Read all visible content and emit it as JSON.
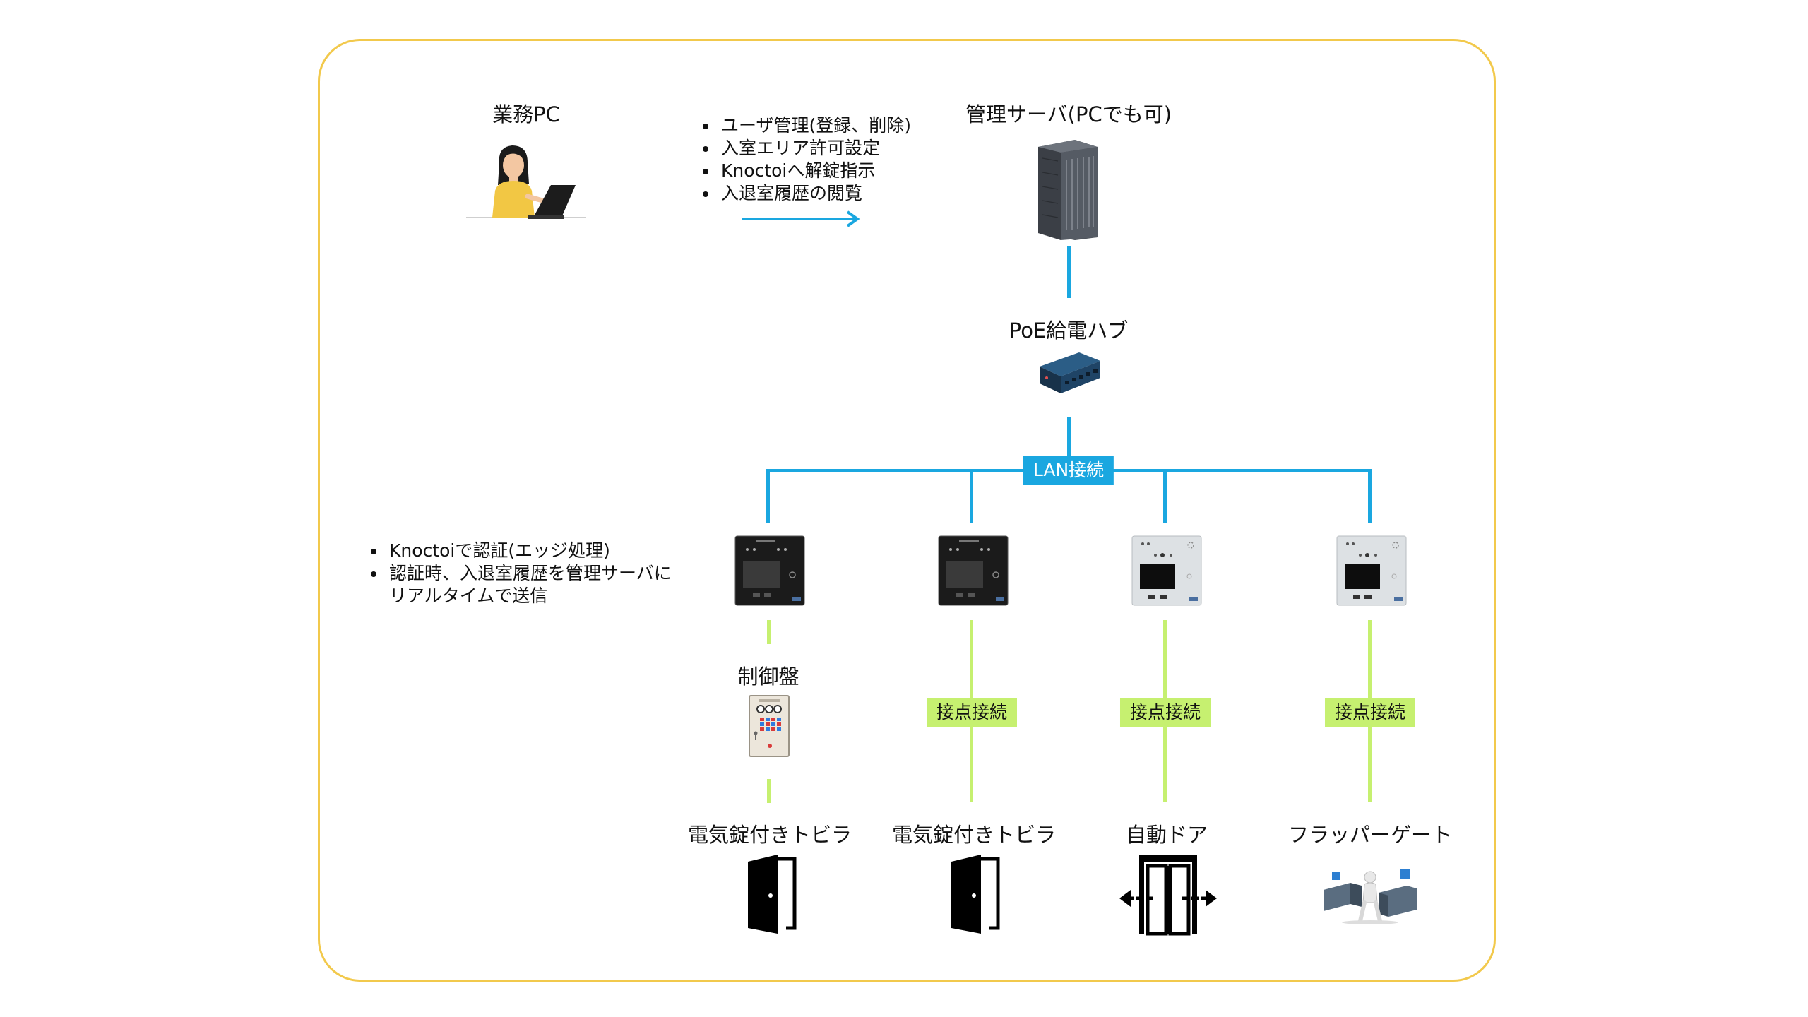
{
  "nodes": {
    "business_pc": "業務PC",
    "mgmt_server": "管理サーバ(PCでも可)",
    "poe_hub": "PoE給電ハブ",
    "control_panel": "制御盤",
    "door1": "電気錠付きトビラ",
    "door2": "電気錠付きトビラ",
    "auto_door": "自動ドア",
    "flapper_gate": "フラッパーゲート"
  },
  "pc_functions": [
    "ユーザ管理(登録、削除)",
    "入室エリア許可設定",
    "Knoctoiへ解錠指示",
    "入退室履歴の閲覧"
  ],
  "device_functions": [
    "Knoctoiで認証(エッジ処理)",
    "認証時、入退室履歴を管理サーバに",
    "リアルタイムで送信"
  ],
  "connections": {
    "lan": "LAN接続",
    "contact1": "接点接続",
    "contact2": "接点接続",
    "contact3": "接点接続"
  },
  "colors": {
    "frame": "#f2c94c",
    "lan_line": "#1aa7e0",
    "contact_line": "#c6f070"
  }
}
